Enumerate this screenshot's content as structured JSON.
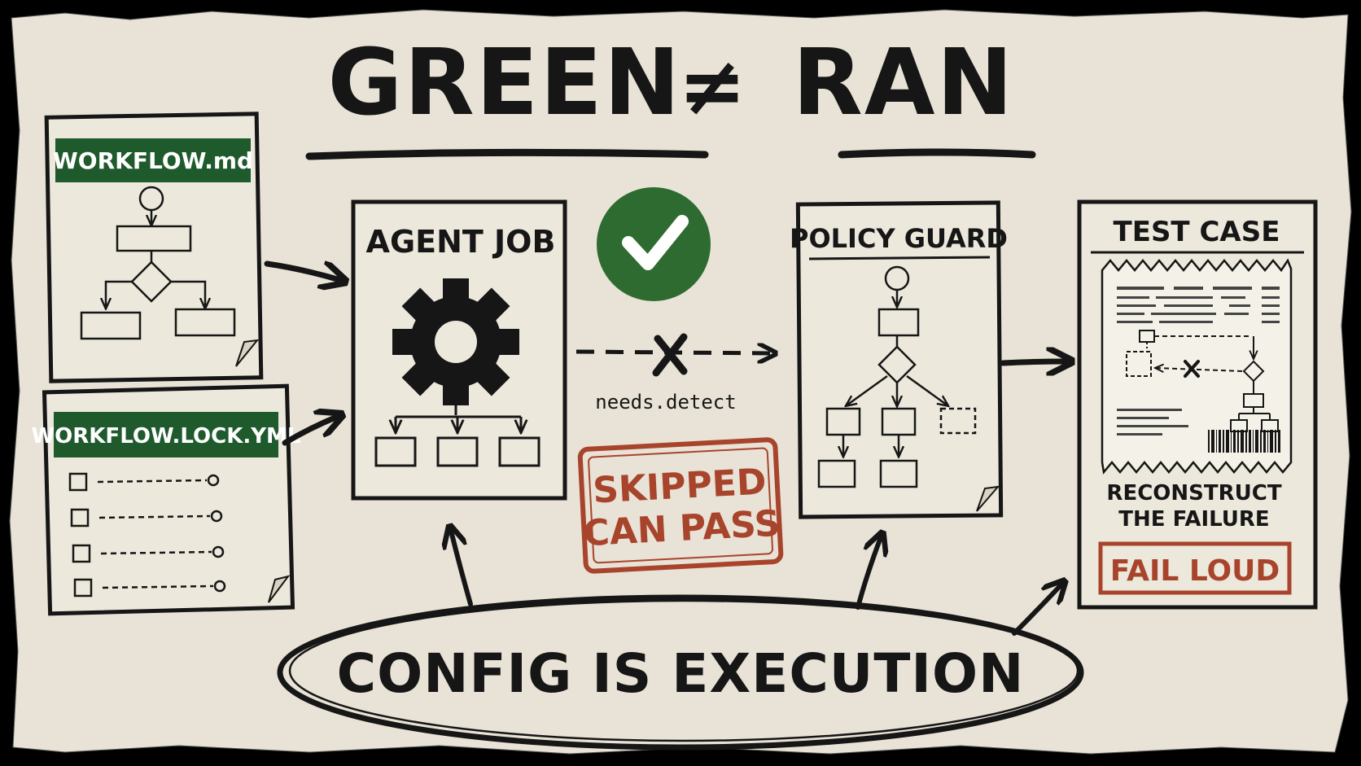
{
  "title": {
    "left": "GREEN",
    "symbol": "≠",
    "right": "RAN"
  },
  "workflow_md": {
    "label": "WORKFLOW.md"
  },
  "workflow_lock": {
    "label": "WORKFLOW.LOCK.YML"
  },
  "agent_job": {
    "label": "AGENT JOB"
  },
  "edge_label": "needs.detect",
  "stamp": {
    "line1": "SKIPPED",
    "line2": "CAN PASS"
  },
  "policy_guard": {
    "label": "POLICY GUARD"
  },
  "test_case": {
    "label": "TEST CASE",
    "caption_line1": "RECONSTRUCT",
    "caption_line2": "THE FAILURE",
    "badge": "FAIL LOUD"
  },
  "footer": "CONFIG IS EXECUTION",
  "colors": {
    "paper": "#e8e3d6",
    "ink": "#161616",
    "green": "#1f5a2c",
    "check_green": "#2e6b30",
    "stamp_red": "#a8442c"
  }
}
